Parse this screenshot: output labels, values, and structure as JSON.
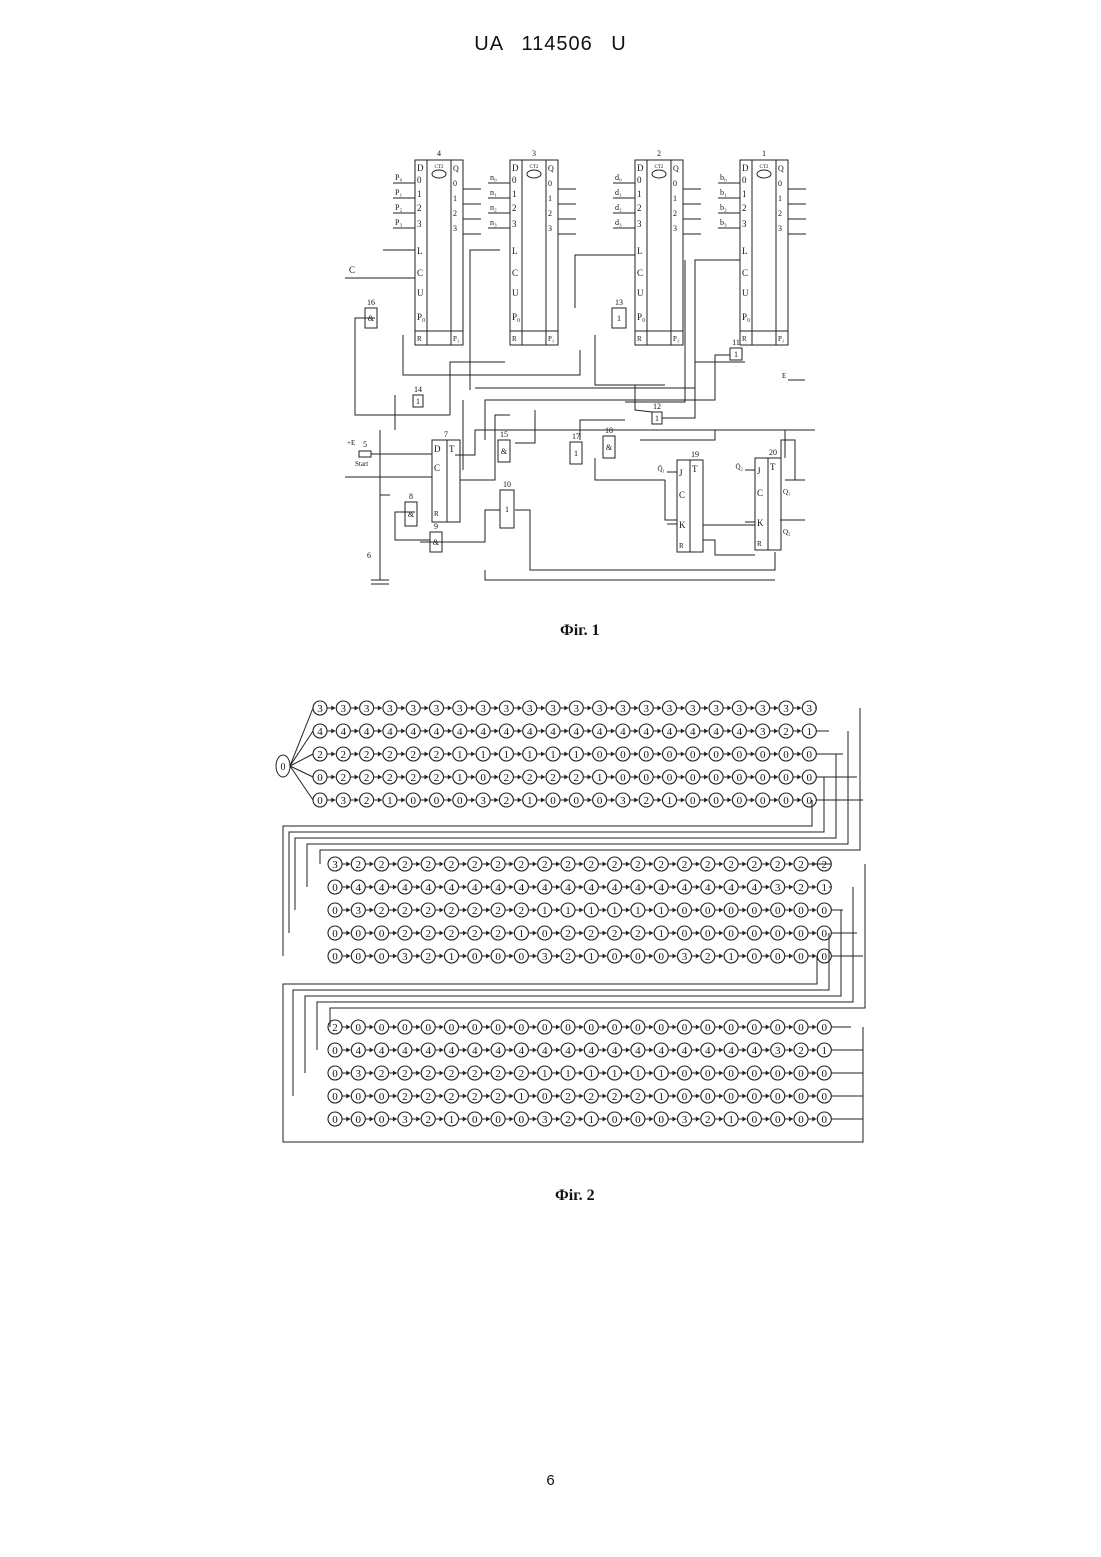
{
  "header": {
    "doc_id": "UA   114506   U"
  },
  "figure1": {
    "caption": "Фіг. 1",
    "counters": [
      {
        "num": "4",
        "inputs": [
          "P₀",
          "P₁",
          "P₂",
          "P₃"
        ]
      },
      {
        "num": "3",
        "inputs": [
          "n₀",
          "n₁",
          "n₂",
          "n₃"
        ]
      },
      {
        "num": "2",
        "inputs": [
          "d₀",
          "d₁",
          "d₂",
          "d₃"
        ]
      },
      {
        "num": "1",
        "inputs": [
          "b₀",
          "b₁",
          "b₂",
          "b₃"
        ]
      }
    ],
    "counter_pins": {
      "left": [
        "D",
        "0",
        "1",
        "2",
        "3",
        "L",
        "C",
        "U",
        "P₀"
      ],
      "right": [
        "Q",
        "0",
        "1",
        "2",
        "3"
      ],
      "bottom_left": "R",
      "bottom_right": "P₁",
      "ct": "CT2"
    },
    "labels": {
      "c_input": "C",
      "plus_e": "+E",
      "start": "Start",
      "e_out": "E"
    },
    "components": [
      "5",
      "6",
      "7",
      "8",
      "9",
      "10",
      "11",
      "12",
      "13",
      "14",
      "15",
      "16",
      "17",
      "18",
      "19",
      "20"
    ],
    "gate_symbols": {
      "and": "&",
      "or": "1"
    },
    "flipflop_pins": {
      "ff19": [
        "J",
        "C",
        "K",
        "R",
        "T",
        "Q̄₁"
      ],
      "ff20": [
        "J",
        "C",
        "K",
        "R",
        "T",
        "Q̄₂",
        "Q₂",
        "Q₁"
      ]
    }
  },
  "figure2": {
    "caption": "Фіг. 2",
    "root": "0",
    "blocks": [
      [
        "3333333333333333333333",
        "4444444444444444444321",
        "2222221111110000000000",
        "0222221022221000000000",
        "0321000321000321000000"
      ],
      [
        "3222222222222222222222",
        "0444444444444444444321",
        "0322222221111110000000",
        "0002222210222210000000",
        "0003210003210003210000"
      ],
      [
        "2000000000000000000000",
        "0444444444444444444321",
        "0322222221111110000000",
        "0002222210222210000000",
        "0003210003210003210000"
      ]
    ]
  },
  "page": {
    "number": "6"
  }
}
